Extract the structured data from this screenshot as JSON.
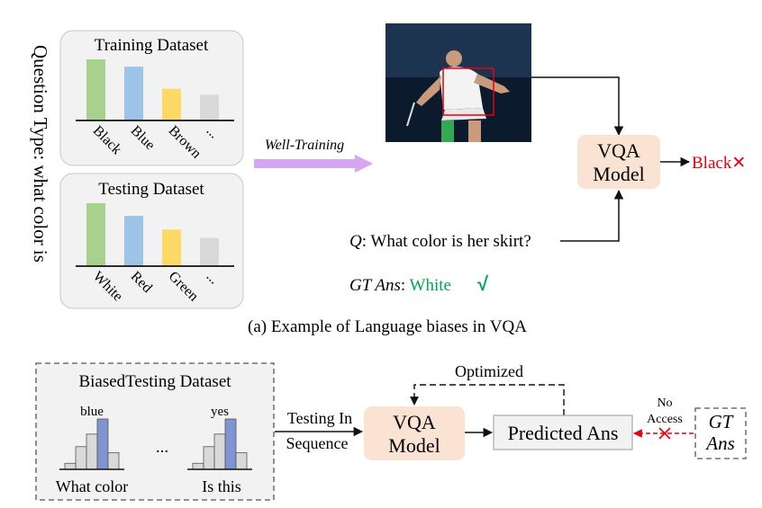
{
  "top": {
    "question_type": "Question Type: what color is",
    "training": {
      "title": "Training Dataset",
      "bars": [
        {
          "label": "Black",
          "value": 1.0,
          "color": "#a9d18e"
        },
        {
          "label": "Blue",
          "value": 0.88,
          "color": "#9dc3e6"
        },
        {
          "label": "Brown",
          "value": 0.52,
          "color": "#ffd966"
        },
        {
          "label": "...",
          "value": 0.42,
          "color": "#d9d9d9"
        }
      ]
    },
    "testing": {
      "title": "Testing Dataset",
      "bars": [
        {
          "label": "White",
          "value": 1.0,
          "color": "#a9d18e"
        },
        {
          "label": "Red",
          "value": 0.8,
          "color": "#9dc3e6"
        },
        {
          "label": "Green",
          "value": 0.58,
          "color": "#ffd966"
        },
        {
          "label": "...",
          "value": 0.45,
          "color": "#d9d9d9"
        }
      ]
    },
    "well_training": "Well-Training",
    "vqa_model": [
      "VQA",
      "Model"
    ],
    "prediction": "Black✕",
    "question_prefix": "Q",
    "question_text": ": What color is her skirt?",
    "gt_prefix": "GT Ans",
    "gt_colon": ": ",
    "gt_value": "White",
    "gt_check": "√",
    "caption": "(a) Example of Language biases in VQA"
  },
  "bottom": {
    "biased_title": "BiasedTesting Dataset",
    "hist_left": {
      "top_label": "blue",
      "bottom_label": "What color",
      "values": [
        0.12,
        0.45,
        0.7,
        1.0,
        0.33
      ]
    },
    "hist_right": {
      "top_label": "yes",
      "bottom_label": "Is this",
      "values": [
        0.12,
        0.45,
        0.7,
        1.0,
        0.33
      ]
    },
    "ellipsis": "...",
    "testing_in": "Testing In",
    "sequence": "Sequence",
    "vqa_model": [
      "VQA",
      "Model"
    ],
    "optimized": "Optimized",
    "predicted_ans": "Predicted Ans",
    "no_access": [
      "No",
      "Access"
    ],
    "gt_ans": [
      "GT",
      "Ans"
    ]
  },
  "colors": {
    "panel_fill": "#f2f2f2",
    "model_fill": "#fbe3d3",
    "wrong": "#e8000b",
    "correct": "#00a650",
    "arrow_purple": "#d7a6f3",
    "dashed_red": "#e8000b",
    "highlight_bar": "#7f94d1",
    "hist_bar": "#d9d9d9"
  }
}
